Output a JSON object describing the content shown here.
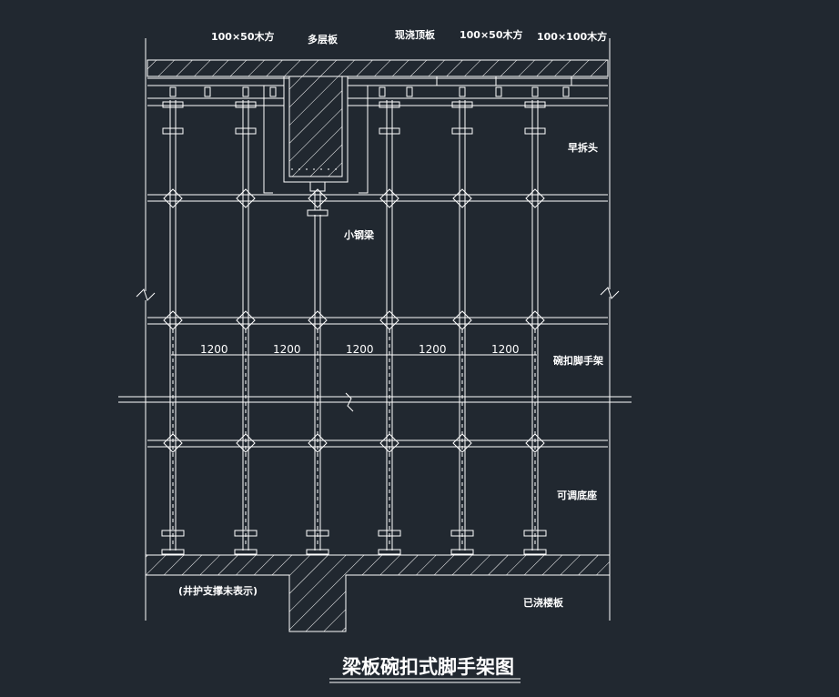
{
  "colors": {
    "background": "#212830",
    "line": "#ffffff"
  },
  "labels": {
    "top_timber_left": "100×50木方",
    "multilayer_board": "多层板",
    "cast_slab": "现浇顶板",
    "top_timber_mid": "100×50木方",
    "top_timber_right": "100×100木方",
    "early_release_head": "早拆头",
    "small_steel_beam": "小钢梁",
    "bowl_scaffold": "碗扣脚手架",
    "adjustable_base": "可调底座",
    "guard_note": "(井护支撑未表示)",
    "cast_floor": "已浇楼板"
  },
  "dimensions": [
    "1200",
    "1200",
    "1200",
    "1200",
    "1200"
  ],
  "title": "梁板碗扣式脚手架图"
}
